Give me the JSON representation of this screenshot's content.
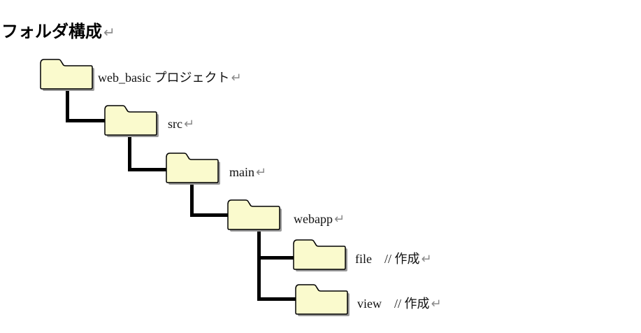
{
  "title": {
    "text": "フォルダ構成"
  },
  "marks": {
    "line_break": "↵"
  },
  "colors": {
    "background": "#ffffff",
    "folder_fill": "#fafacd",
    "folder_stroke": "#000000",
    "folder_shadow": "#9a9a9a",
    "connector": "#000000",
    "title_text": "#000000",
    "label_text": "#111111",
    "line_break_mark": "#8a8a8a"
  },
  "tree": {
    "type": "folder-hierarchy",
    "folders": [
      {
        "label": "web_basic プロジェクト",
        "depth": 0
      },
      {
        "label": "src",
        "depth": 1
      },
      {
        "label": "main",
        "depth": 2
      },
      {
        "label": "webapp",
        "depth": 3
      },
      {
        "label": "file　// 作成",
        "depth": 4
      },
      {
        "label": "view　// 作成",
        "depth": 4
      }
    ]
  }
}
